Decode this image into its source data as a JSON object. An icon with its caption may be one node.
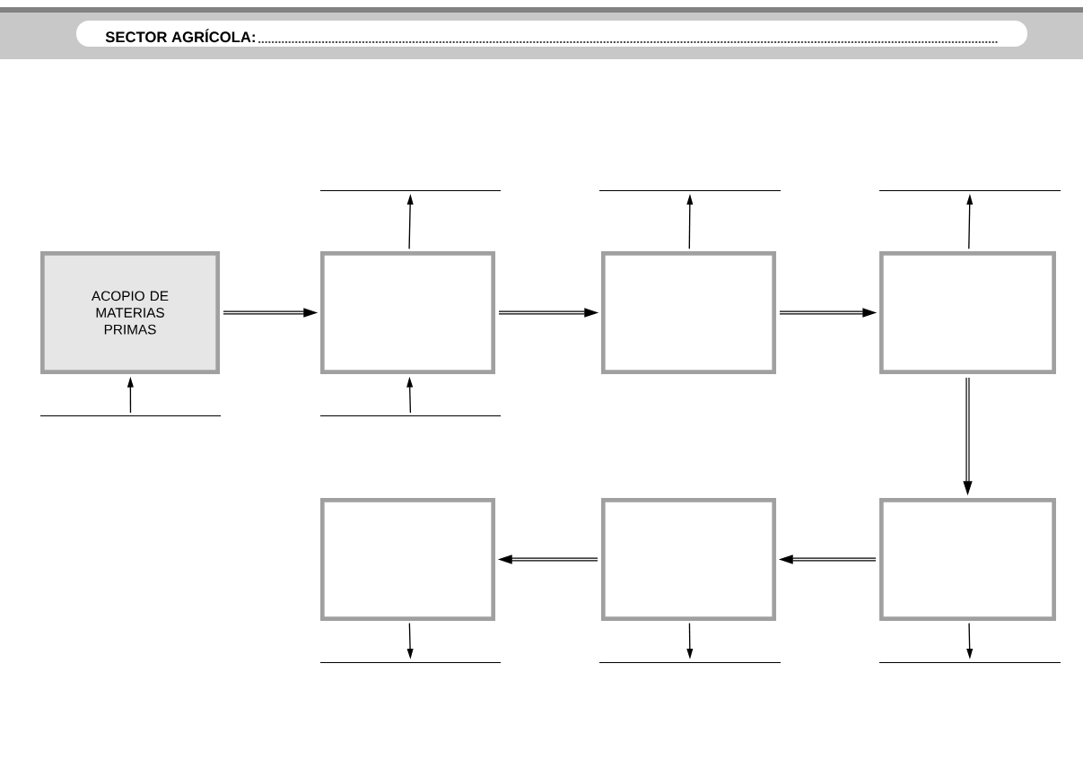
{
  "diagram": {
    "title": "SECTOR AGRÍCOLA:",
    "nodes": [
      {
        "text": [
          "ACOPIO DE MATERIAS PRIMAS"
        ]
      },
      {
        "text": [],
        "shape": "box"
      },
      {
        "text": [],
        "shape": "box"
      },
      {
        "text": [],
        "shape": "box"
      },
      {
        "text": [],
        "shape": "box"
      },
      {
        "text": [],
        "shape": "box"
      },
      {
        "text": [],
        "shape": "box"
      },
      {
        "text": [],
        "shape": "line"
      },
      {
        "text": [],
        "shape": "line"
      },
      {
        "text": [],
        "shape": "line"
      },
      {
        "text": [],
        "shape": "line"
      },
      {
        "text": [],
        "shape": "line"
      },
      {
        "text": [],
        "shape": "line"
      },
      {
        "text": [],
        "shape": "line"
      },
      {
        "text": [],
        "shape": "line"
      }
    ],
    "edges": [
      {
        "from": 7,
        "to": 0,
        "arrow": "to"
      },
      {
        "from": 0,
        "to": 1,
        "arrow": "to",
        "style": "thick"
      },
      {
        "from": 1,
        "to": 2,
        "arrow": "to",
        "style": "thick"
      },
      {
        "from": 2,
        "to": 3,
        "arrow": "to",
        "style": "thick"
      },
      {
        "from": 3,
        "to": 4,
        "arrow": "to",
        "style": "thick"
      },
      {
        "from": 4,
        "to": 5,
        "arrow": "to",
        "style": "thick"
      },
      {
        "from": 5,
        "to": 6,
        "arrow": "to",
        "style": "thick"
      },
      {
        "from": 1,
        "to": 8,
        "arrow": "to"
      },
      {
        "from": 9,
        "to": 1,
        "arrow": "to"
      },
      {
        "from": 2,
        "to": 10,
        "arrow": "to"
      },
      {
        "from": 3,
        "to": 11,
        "arrow": "to"
      },
      {
        "from": 4,
        "to": 12,
        "arrow": "to"
      },
      {
        "from": 5,
        "to": 13,
        "arrow": "to"
      },
      {
        "from": 6,
        "to": 14,
        "arrow": "to"
      }
    ]
  }
}
